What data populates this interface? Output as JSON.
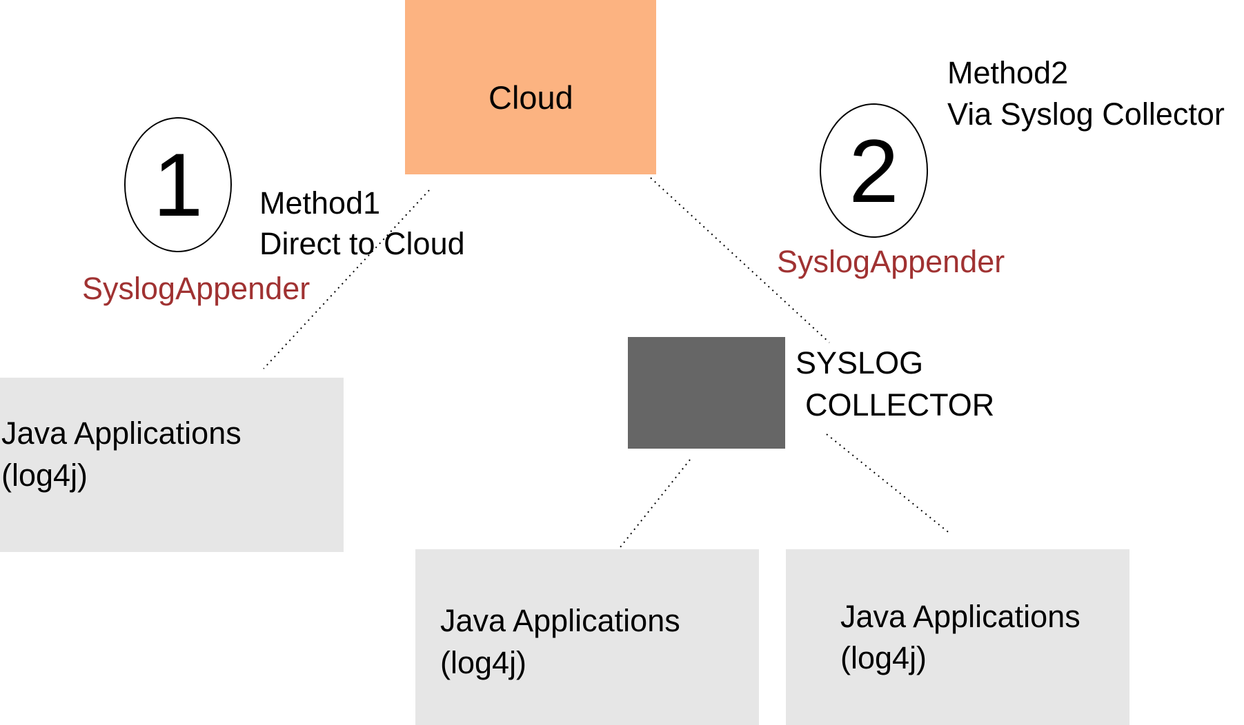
{
  "cloud": {
    "label": "Cloud",
    "color": "#fcb381"
  },
  "method1": {
    "number": "1",
    "title": "Method1",
    "subtitle": "Direct to Cloud",
    "appender": "SyslogAppender"
  },
  "method2": {
    "number": "2",
    "title": "Method2",
    "subtitle": "Via Syslog Collector",
    "appender": "SyslogAppender"
  },
  "collector": {
    "line1": "SYSLOG",
    "line2": "COLLECTOR",
    "color": "#666666"
  },
  "apps": [
    {
      "line1": "Java Applications",
      "line2": "(log4j)"
    },
    {
      "line1": "Java Applications",
      "line2": "(log4j)"
    },
    {
      "line1": "Java Applications",
      "line2": "(log4j)"
    }
  ],
  "colors": {
    "app_box": "#e6e6e6",
    "appender_text": "#a03232"
  }
}
